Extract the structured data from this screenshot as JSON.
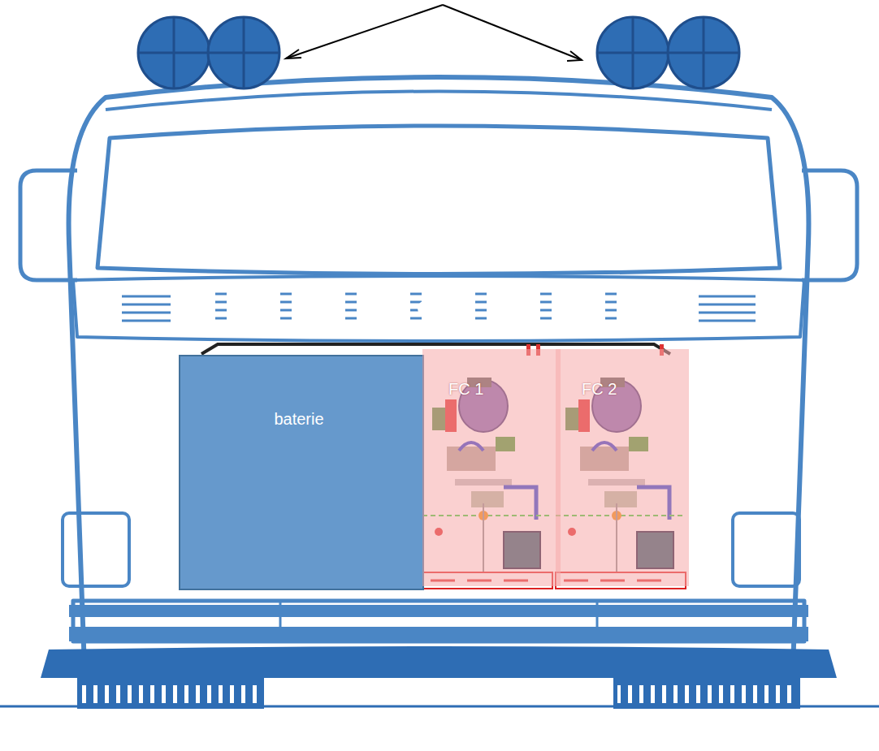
{
  "diagram": {
    "nodes": [
      {
        "text": [
          "baterie"
        ]
      },
      {
        "text": [
          "FC 1"
        ]
      },
      {
        "text": [
          "FC 2"
        ]
      }
    ]
  }
}
